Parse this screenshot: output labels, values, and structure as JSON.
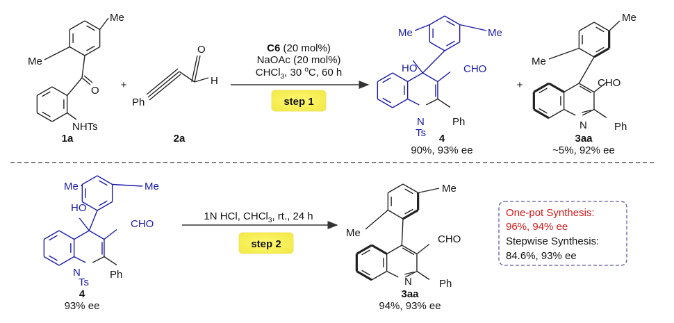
{
  "scheme": {
    "reactant_1a": {
      "me_top": "Me",
      "me_left": "Me",
      "oxygen": "O",
      "nhts": "NHTs",
      "label": "1a"
    },
    "plus_1": "+",
    "reactant_2a": {
      "ph": "Ph",
      "oxygen": "O",
      "hydrogen": "H",
      "label": "2a"
    },
    "step1": {
      "catalyst_bold": "C6",
      "catalyst_rest": " (20 mol%)",
      "base": "NaOAc (20 mol%)",
      "solvent": "CHCl",
      "solvent_sub": "3",
      "temp_pre": ", 30 ",
      "temp_sup": "o",
      "temp_post": "C, 60 h",
      "badge": "step 1"
    },
    "product_4": {
      "me_left": "Me",
      "me_right": "Me",
      "ho": "HO",
      "cho": "CHO",
      "n": "N",
      "ts": "Ts",
      "ph": "Ph",
      "label": "4",
      "yield": "90%, 93% ee"
    },
    "plus_2": "+",
    "product_3aa_top": {
      "me_top": "Me",
      "me_left": "Me",
      "cho": "CHO",
      "n": "N",
      "ph": "Ph",
      "label": "3aa",
      "yield": "~5%, 92% ee"
    },
    "intermediate_4": {
      "me_left": "Me",
      "me_right": "Me",
      "ho": "HO",
      "cho": "CHO",
      "n": "N",
      "ts": "Ts",
      "ph": "Ph",
      "label": "4",
      "yield": "93% ee"
    },
    "step2": {
      "cond_pre": "1N HCl, CHCl",
      "cond_sub": "3",
      "cond_post": ", rt., 24 h",
      "badge": "step 2"
    },
    "product_3aa_bottom": {
      "me_top": "Me",
      "me_left": "Me",
      "cho": "CHO",
      "n": "N",
      "ph": "Ph",
      "label": "3aa",
      "yield": "94%, 93% ee"
    },
    "summary": {
      "one_pot_title": "One-pot Synthesis:",
      "one_pot_value": "96%, 94% ee",
      "stepwise_title": "Stepwise Synthesis:",
      "stepwise_value": "84.6%, 93% ee"
    }
  },
  "colors": {
    "product": "#1a1aa6",
    "one_pot": "#d11a1a",
    "box_border": "#5a5aa0",
    "badge": "#fff45c"
  }
}
